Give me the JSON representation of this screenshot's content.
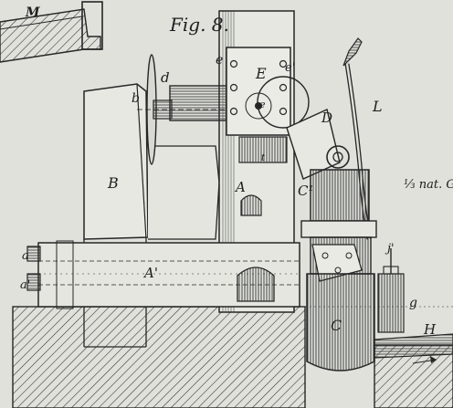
{
  "figure": {
    "title": "Fig. 8.",
    "scale_note": "⅓ nat. G",
    "labels": {
      "M": "M",
      "b": "b",
      "d": "d",
      "e_left": "e",
      "E": "E",
      "e_right": "e'",
      "L": "L",
      "D": "D",
      "B": "B",
      "A": "A",
      "C_upper": "C¹",
      "a": "a",
      "a_prime": "a'",
      "A_prime": "A'",
      "j_prime": "j'",
      "g": "g",
      "C_lower": "C",
      "H": "H",
      "e_center": "e",
      "t": "t"
    }
  },
  "colors": {
    "paper": "#dfe1da",
    "ink": "#262626",
    "shade": "#5a5a5a"
  }
}
